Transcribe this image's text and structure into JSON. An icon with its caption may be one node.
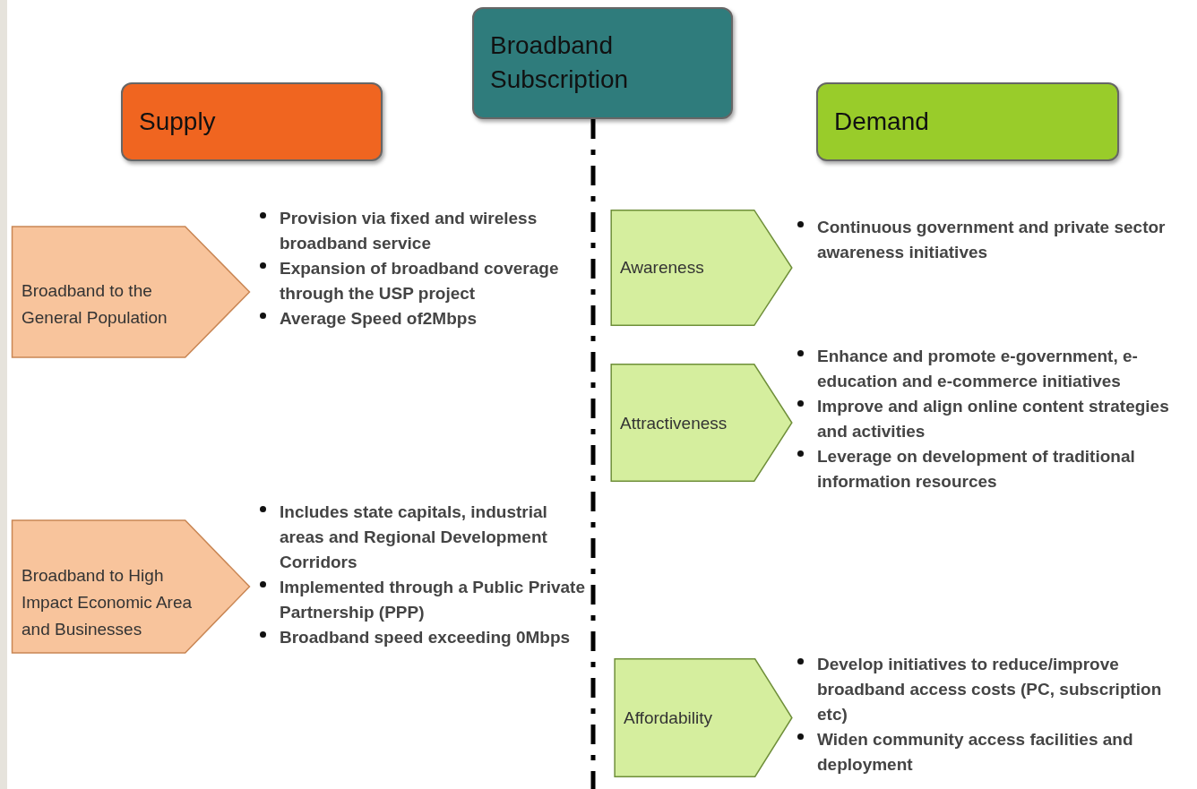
{
  "diagram": {
    "nodes": [
      {
        "text": [
          "Broadband Subscription"
        ]
      },
      {
        "text": [
          "Supply"
        ]
      },
      {
        "text": [
          "Demand"
        ]
      },
      {
        "text": [
          "Broadband to the General Population"
        ],
        "beside": [
          "Provision via fixed and wireless broadband service",
          "Expansion of broadband coverage through the USP project",
          "Average Speed of2Mbps"
        ]
      },
      {
        "text": [
          "Broadband to High Impact Economic Area and Businesses"
        ],
        "beside": [
          "Includes state capitals, industrial areas and Regional Development Corridors",
          "Implemented through a Public Private Partnership (PPP)",
          "Broadband speed exceeding 0Mbps"
        ]
      },
      {
        "text": [
          "Awareness"
        ],
        "beside": [
          "Continuous government and private sector awareness initiatives"
        ]
      },
      {
        "text": [
          "Attractiveness"
        ],
        "beside": [
          "Enhance and promote e-government, e-education and e-commerce initiatives",
          "Improve and align online content strategies and activities",
          "Leverage on development of traditional information resources"
        ]
      },
      {
        "text": [
          "Affordability"
        ],
        "beside": [
          "Develop initiatives to reduce/improve broadband access costs (PC, subscription etc)",
          "Widen community access facilities and deployment"
        ]
      }
    ],
    "edges": []
  }
}
